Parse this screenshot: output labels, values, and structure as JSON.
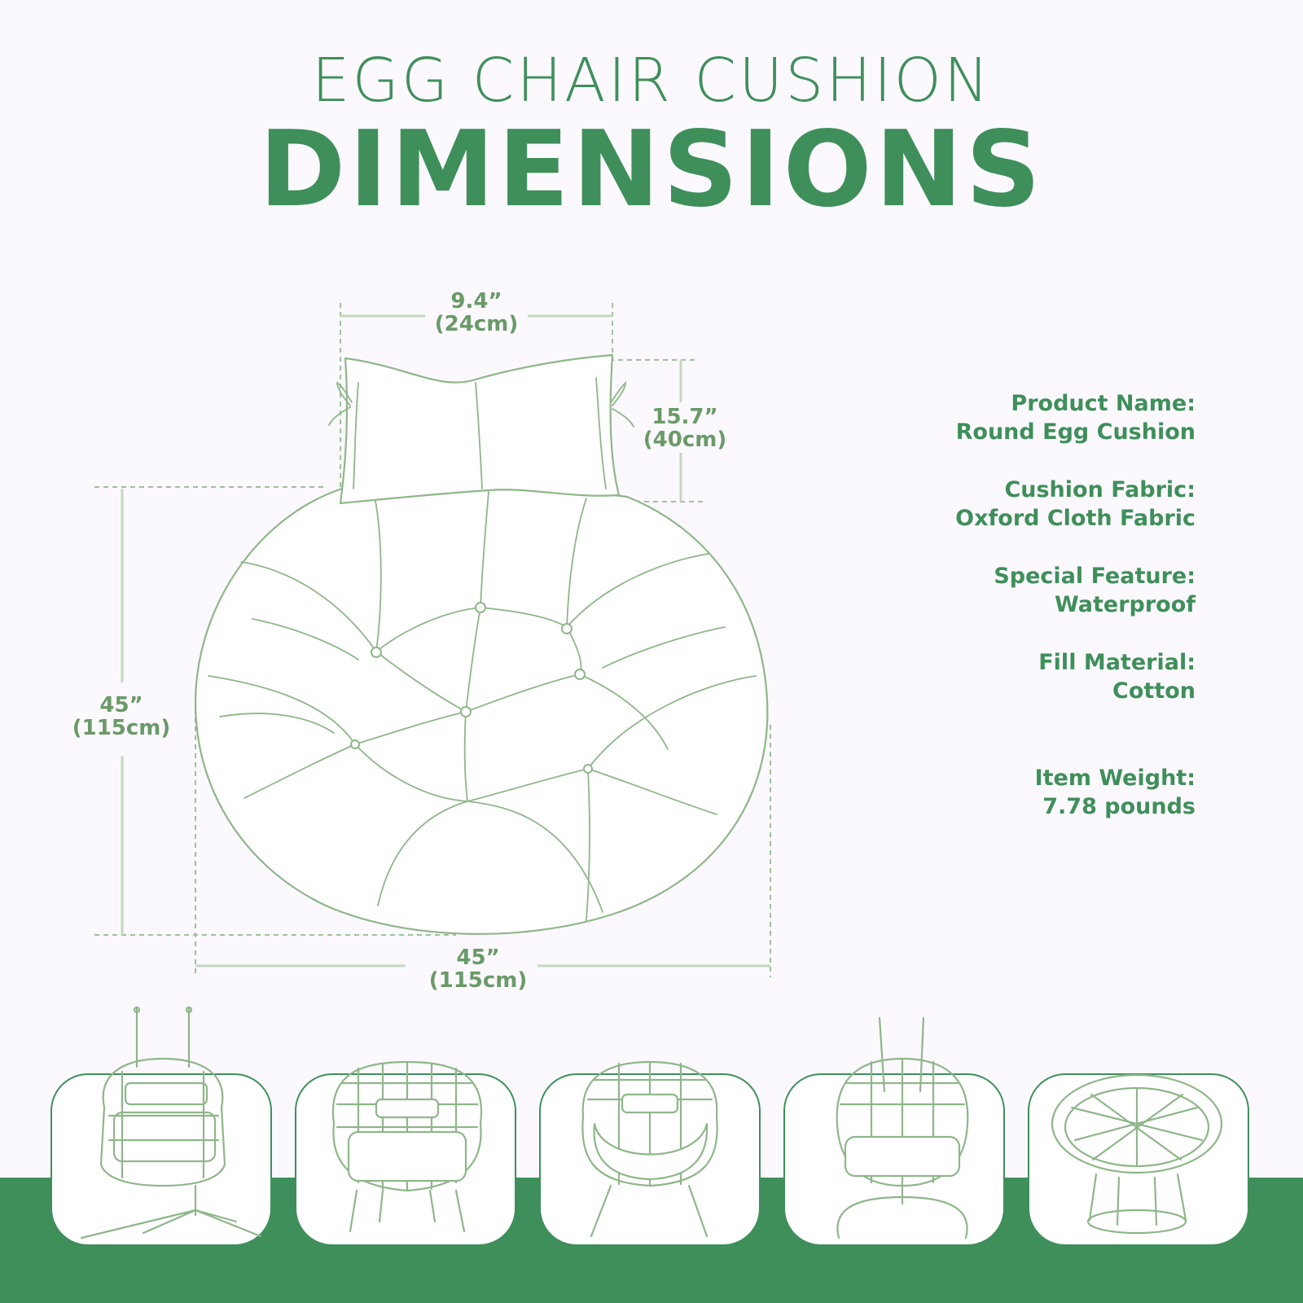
{
  "header": {
    "subtitle": "EGG CHAIR CUSHION",
    "title": "DIMENSIONS"
  },
  "dimensions": {
    "pillow_width": {
      "in": "9.4”",
      "cm": "(24cm)"
    },
    "pillow_height": {
      "in": "15.7”",
      "cm": "(40cm)"
    },
    "cushion_height": {
      "in": "45”",
      "cm": "(115cm)"
    },
    "cushion_width": {
      "in": "45”",
      "cm": "(115cm)"
    }
  },
  "specs": [
    {
      "label": "Product Name:",
      "value": "Round Egg Cushion"
    },
    {
      "label": "Cushion Fabric:",
      "value": "Oxford Cloth Fabric"
    },
    {
      "label": "Special Feature:",
      "value": "Waterproof"
    },
    {
      "label": "Fill Material:",
      "value": "Cotton"
    },
    {
      "label": "Item Weight:",
      "value": "7.78 pounds"
    }
  ],
  "colors": {
    "brand_green": "#3f8f5b",
    "sketch_green": "#8fb68a",
    "background": "#fbf9fd"
  },
  "thumbnails": [
    {
      "icon": "hanging-double-egg-chair-icon"
    },
    {
      "icon": "standing-egg-chair-icon"
    },
    {
      "icon": "oval-egg-chair-icon"
    },
    {
      "icon": "hanging-egg-chair-icon"
    },
    {
      "icon": "papasan-chair-icon"
    }
  ]
}
